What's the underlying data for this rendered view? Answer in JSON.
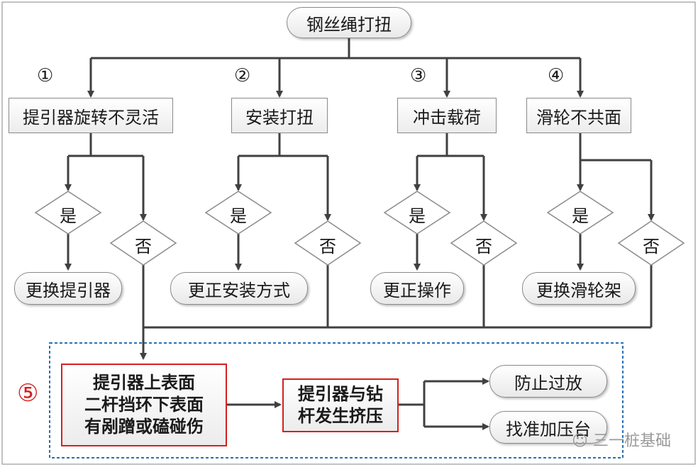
{
  "root": "钢丝绳打扭",
  "branches": [
    {
      "num": "①",
      "cause": "提引器旋转不灵活",
      "yes": "是",
      "no": "否",
      "action": "更换提引器"
    },
    {
      "num": "②",
      "cause": "安装打扭",
      "yes": "是",
      "no": "否",
      "action": "更正安装方式"
    },
    {
      "num": "③",
      "cause": "冲击载荷",
      "yes": "是",
      "no": "否",
      "action": "更正操作"
    },
    {
      "num": "④",
      "cause": "滑轮不共面",
      "yes": "是",
      "no": "否",
      "action": "更换滑轮架"
    }
  ],
  "section5": {
    "num": "⑤",
    "damage": "提引器上表面\n二杆挡环下表面\n有剐蹭或磕碰伤",
    "squeeze": "提引器与钻\n杆发生挤压",
    "outcomes": [
      "防止过放",
      "找准加压台"
    ]
  },
  "watermark": "三一桩基础",
  "colors": {
    "line": "#404040",
    "red": "#d42020",
    "blue_dash": "#2a6fb5",
    "border": "#8a8a8a"
  }
}
